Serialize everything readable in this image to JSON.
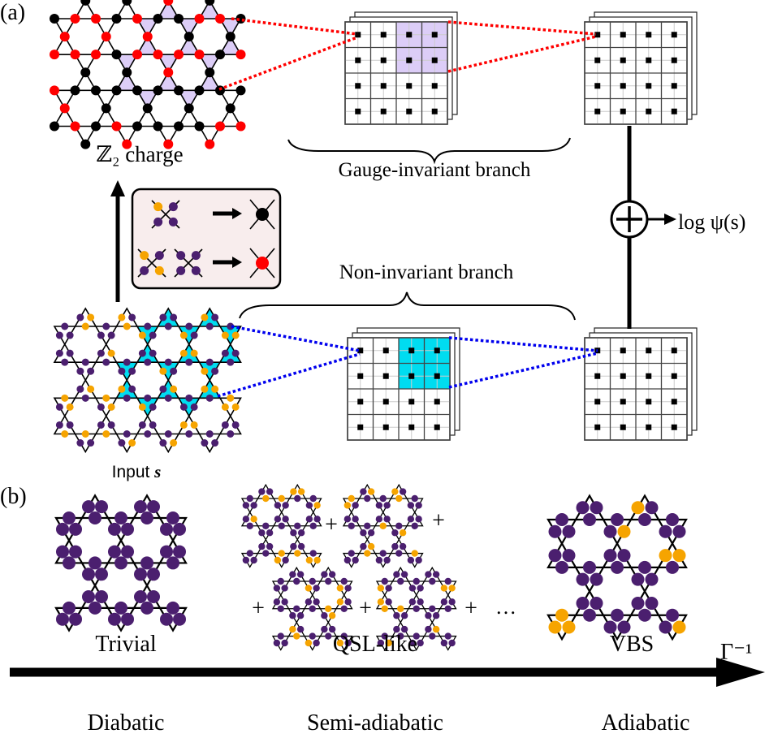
{
  "panel_a": {
    "label": "(a)",
    "z2_charge_label": "ℤ₂ charge",
    "gauge_branch_label": "Gauge-invariant branch",
    "non_invariant_branch_label": "Non-invariant branch",
    "output_label": "log ψ(s)",
    "input_label_prefix": "Input ",
    "input_label_symbol": "s",
    "sum_icon": "circle-plus-icon"
  },
  "panel_b": {
    "label": "(b)",
    "states": [
      "Trivial",
      "QSL-like",
      "VBS"
    ],
    "regimes": [
      "Diabatic",
      "Semi-adiabatic",
      "Adiabatic"
    ],
    "axis_label": "Γ⁻¹",
    "plus": "+",
    "ellipsis": "…"
  },
  "colors": {
    "spin_purple": "#4b1f6f",
    "spin_orange": "#f6a400",
    "charge_black": "#000000",
    "charge_red": "#ff0000",
    "gauge_highlight": "#dccdf7",
    "input_highlight": "#00dcf0",
    "gauge_link": "#ff0000",
    "input_link": "#0000ee",
    "rule_box": "#f8eded"
  }
}
